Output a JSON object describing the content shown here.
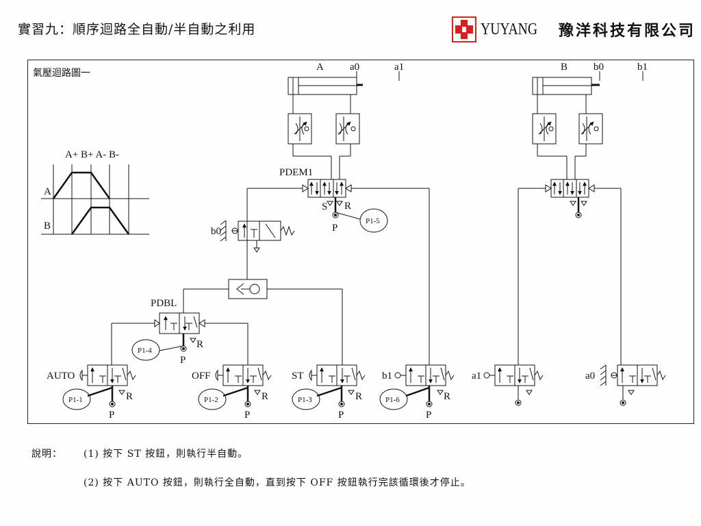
{
  "header": {
    "title": "實習九：順序迴路全自動/半自動之利用",
    "brand_latin": "YUYANG",
    "brand_cjk": "豫洋科技有限公司",
    "brand_color": "#d8201f"
  },
  "diagram": {
    "caption": "氣壓迴路圖一",
    "cylinder_a": {
      "name": "A",
      "start_switch": "a0",
      "end_switch": "a1"
    },
    "cylinder_b": {
      "name": "B",
      "start_switch": "b0",
      "end_switch": "b1"
    },
    "sequence_title": "A+ B+ A- B-",
    "sequence_rows": [
      "A",
      "B"
    ],
    "valve_pdem1": "PDEM1",
    "valve_pdbl": "PDBL",
    "port_s": "S",
    "port_r": "R",
    "port_p": "P",
    "sensor_b0": "b0",
    "buttons": [
      {
        "label": "AUTO",
        "tag": "P1-1"
      },
      {
        "label": "OFF",
        "tag": "P1-2"
      },
      {
        "label": "ST",
        "tag": "P1-3"
      },
      {
        "label": "b1",
        "tag": "P1-6"
      },
      {
        "label": "a1"
      },
      {
        "label": "a0"
      }
    ],
    "tag_p14": "P1-4",
    "tag_p15": "P1-5"
  },
  "notes": {
    "label": "說明：",
    "items": [
      "(1) 按下 ST 按鈕，則執行半自動。",
      "(2) 按下 AUTO 按鈕，則執行全自動，直到按下 OFF 按鈕執行完該循環後才停止。"
    ]
  }
}
